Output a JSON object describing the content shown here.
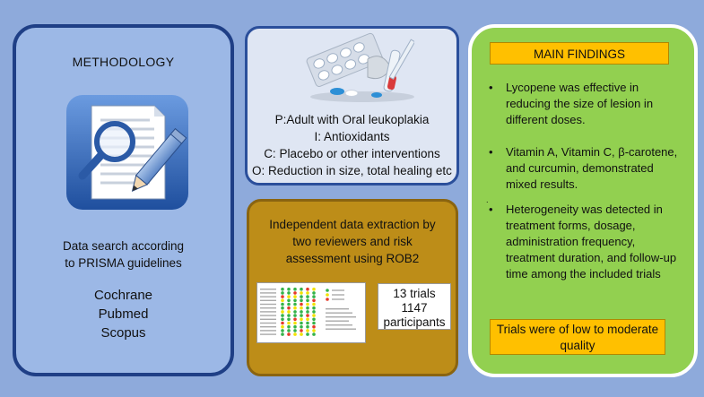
{
  "methodology": {
    "title": "METHODOLOGY",
    "icon": "document-magnifier-pencil-icon",
    "description": [
      "Data search according",
      "to PRISMA guidelines"
    ],
    "databases": [
      "Cochrane",
      "Pubmed",
      "Scopus"
    ]
  },
  "pico": {
    "icon": "pills-syringe-icon",
    "lines": [
      "P:Adult with Oral leukoplakia",
      "I: Antioxidants",
      "C: Placebo or other interventions",
      "O: Reduction in size, total healing etc"
    ]
  },
  "extraction": {
    "text": [
      "Independent data extraction by",
      "two reviewers and risk",
      "assessment using ROB2"
    ],
    "trials_count": "13 trials",
    "participants_count": "1147",
    "participants_label": "participants",
    "rob_legend_colors": {
      "low": "#35b34a",
      "some": "#f2e200",
      "high": "#e53a2a"
    }
  },
  "findings": {
    "title": "MAIN FINDINGS",
    "items": [
      "Lycopene was effective in reducing the size of lesion in different doses.",
      "Vitamin A, Vitamin C, β-carotene, and curcumin, demonstrated mixed results.",
      "Heterogeneity was detected in treatment forms, dosage, administration frequency, treatment duration, and follow-up time among the included trials"
    ],
    "bullet": "•",
    "stray_mark": ".",
    "footer": "Trials were of low to moderate quality"
  }
}
